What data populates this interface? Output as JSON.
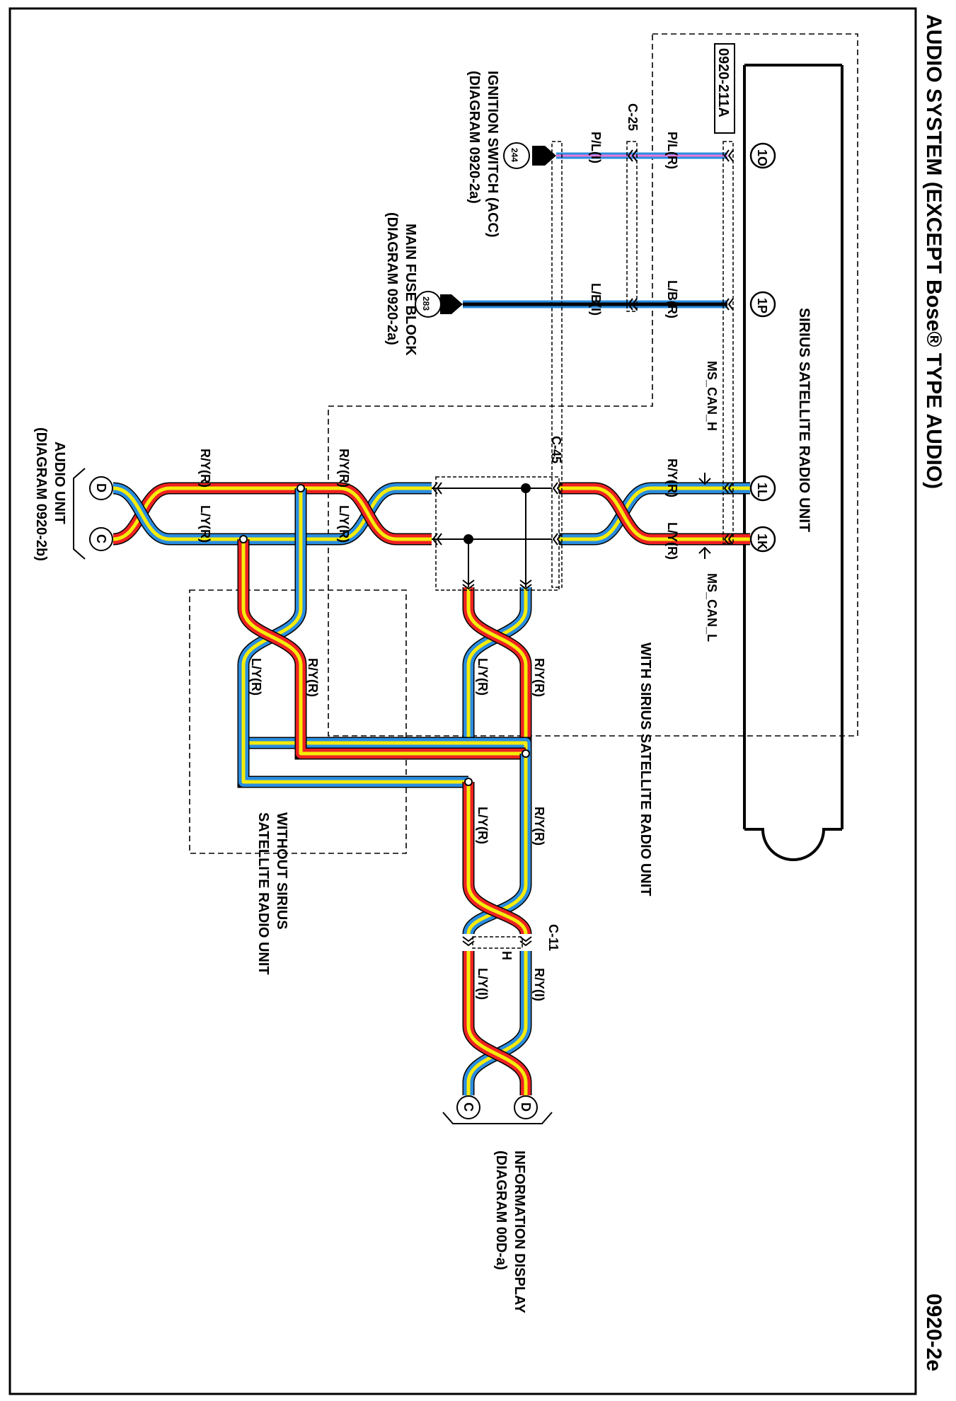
{
  "page": {
    "title": "AUDIO SYSTEM (EXCEPT Bose® TYPE AUDIO)",
    "number": "0920-2e"
  },
  "colors": {
    "red": "#ee2222",
    "yellow": "#f5ec0a",
    "blue": "#2a8de0",
    "pink": "#e878d8",
    "black": "#000000"
  },
  "sirius_unit": {
    "label": "SIRIUS SATELLITE RADIO UNIT",
    "part": "0920-211A",
    "pins": [
      "1O",
      "1P",
      "1L",
      "1K"
    ]
  },
  "signals": {
    "can_h": "MS_CAN_H",
    "can_l": "MS_CAN_L"
  },
  "wires": {
    "pl_r": "P/L(R)",
    "pl_i": "P/L(I)",
    "lb_r": "L/B(R)",
    "lb_i": "L/B(I)",
    "ry_r": "R/Y(R)",
    "ly_r": "L/Y(R)",
    "ry_i": "R/Y(I)",
    "ly_i": "L/Y(I)"
  },
  "connectors": {
    "c25": "C-25",
    "c45": "C-45",
    "c11": "C-11",
    "c11_pin": "H"
  },
  "grounds": {
    "g244": "244",
    "g283": "283"
  },
  "refs": {
    "ignition_1": "IGNITION SWITCH (ACC)",
    "ignition_2": "(DIAGRAM 0920-2a)",
    "fuse_1": "MAIN FUSE BLOCK",
    "fuse_2": "(DIAGRAM 0920-2a)",
    "audio_1": "AUDIO UNIT",
    "audio_2": "(DIAGRAM 0920-2b)",
    "info_1": "INFORMATION DISPLAY",
    "info_2": "(DIAGRAM 00D-a)"
  },
  "terminals": {
    "d": "D",
    "c": "C"
  },
  "options": {
    "with_sirius": "WITH SIRIUS SATELLITE RADIO UNIT",
    "without_1": "WITHOUT SIRIUS",
    "without_2": "SATELLITE RADIO UNIT"
  }
}
